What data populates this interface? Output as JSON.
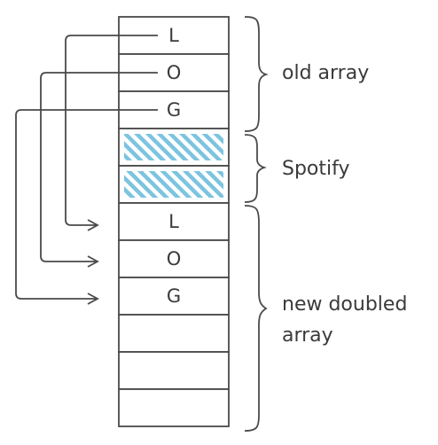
{
  "cells": [
    {
      "text": "L",
      "kind": "old"
    },
    {
      "text": "O",
      "kind": "old"
    },
    {
      "text": "G",
      "kind": "old"
    },
    {
      "text": "",
      "kind": "spotify"
    },
    {
      "text": "",
      "kind": "spotify"
    },
    {
      "text": "L",
      "kind": "new"
    },
    {
      "text": "O",
      "kind": "new"
    },
    {
      "text": "G",
      "kind": "new"
    },
    {
      "text": "",
      "kind": "new"
    },
    {
      "text": "",
      "kind": "new"
    },
    {
      "text": "",
      "kind": "new"
    }
  ],
  "labels": {
    "old_array": "old array",
    "spotify": "Spotify",
    "new_doubled_line1": "new doubled",
    "new_doubled_line2": "array"
  },
  "colors": {
    "stroke": "#4a4a4a",
    "hatch": "#7cc4e0",
    "text": "#3a3a3a"
  },
  "connections": [
    {
      "from": "L",
      "to": "L"
    },
    {
      "from": "O",
      "to": "O"
    },
    {
      "from": "G",
      "to": "G"
    }
  ]
}
